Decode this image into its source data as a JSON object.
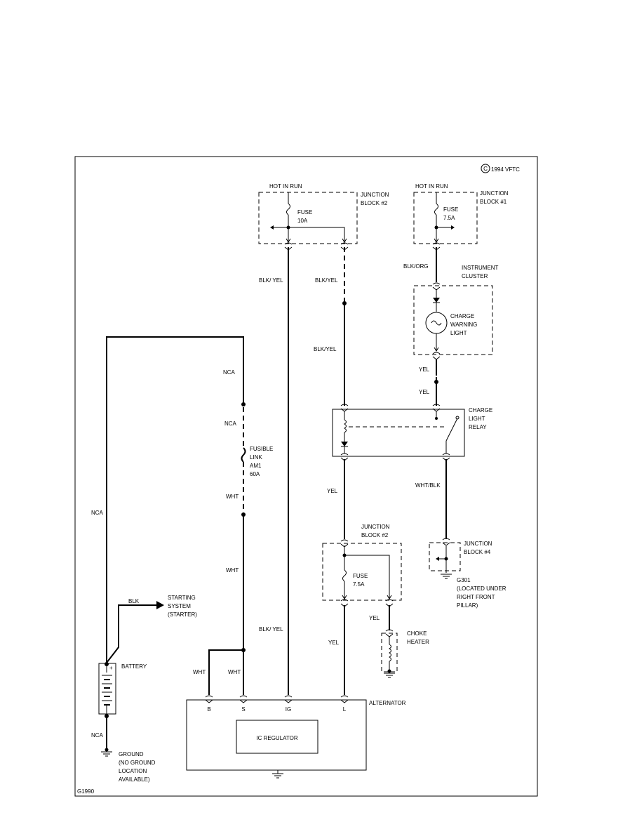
{
  "copyright": "1994 VFTC",
  "copyright_symbol": "C",
  "figure_id": "G1990",
  "components": {
    "jb2_top": {
      "hot": "HOT IN RUN",
      "name": [
        "JUNCTION",
        "BLOCK #2"
      ],
      "fuse": [
        "FUSE",
        "10A"
      ]
    },
    "jb1": {
      "hot": "HOT IN RUN",
      "name": [
        "JUNCTION",
        "BLOCK #1"
      ],
      "fuse": [
        "FUSE",
        "7.5A"
      ]
    },
    "instrument_cluster": [
      "INSTRUMENT",
      "CLUSTER"
    ],
    "charge_warning_light": [
      "CHARGE",
      "WARNING",
      "LIGHT"
    ],
    "charge_light_relay": [
      "CHARGE",
      "LIGHT",
      "RELAY"
    ],
    "fusible_link": [
      "FUSIBLE",
      "LINK",
      "AM1",
      "60A"
    ],
    "jb2_bottom": {
      "name": [
        "JUNCTION",
        "BLOCK #2"
      ],
      "fuse": [
        "FUSE",
        "7.5A"
      ]
    },
    "jb4": [
      "JUNCTION",
      "BLOCK #4"
    ],
    "g301": [
      "G301",
      "(LOCATED UNDER",
      "RIGHT FRONT",
      "PILLAR)"
    ],
    "starting_system": [
      "STARTING",
      "SYSTEM",
      "(STARTER)"
    ],
    "choke_heater": [
      "CHOKE",
      "HEATER"
    ],
    "battery": "BATTERY",
    "battery_plus": "+",
    "ground": [
      "GROUND",
      "(NO GROUND",
      "LOCATION",
      "AVAILABLE)"
    ],
    "alternator": "ALTERNATOR",
    "ic_regulator": "IC REGULATOR",
    "alt_terminals": [
      "B",
      "S",
      "IG",
      "L"
    ]
  },
  "wires": {
    "blk_yel_ig": "BLK/ YEL",
    "blk_yel_1": "BLK/YEL",
    "blk_yel_2": "BLK/YEL",
    "blk_org": "BLK/ORG",
    "yel_1": "YEL",
    "yel_2": "YEL",
    "nca_1": "NCA",
    "nca_2": "NCA",
    "nca_left": "NCA",
    "nca_ground": "NCA",
    "wht_1": "WHT",
    "wht_2": "WHT",
    "wht_b": "WHT",
    "wht_s": "WHT",
    "wht_blk": "WHT/BLK",
    "yel_relay": "YEL",
    "yel_l": "YEL",
    "yel_choke": "YEL",
    "blk": "BLK",
    "blk_yel_ig2": "BLK/ YEL"
  }
}
